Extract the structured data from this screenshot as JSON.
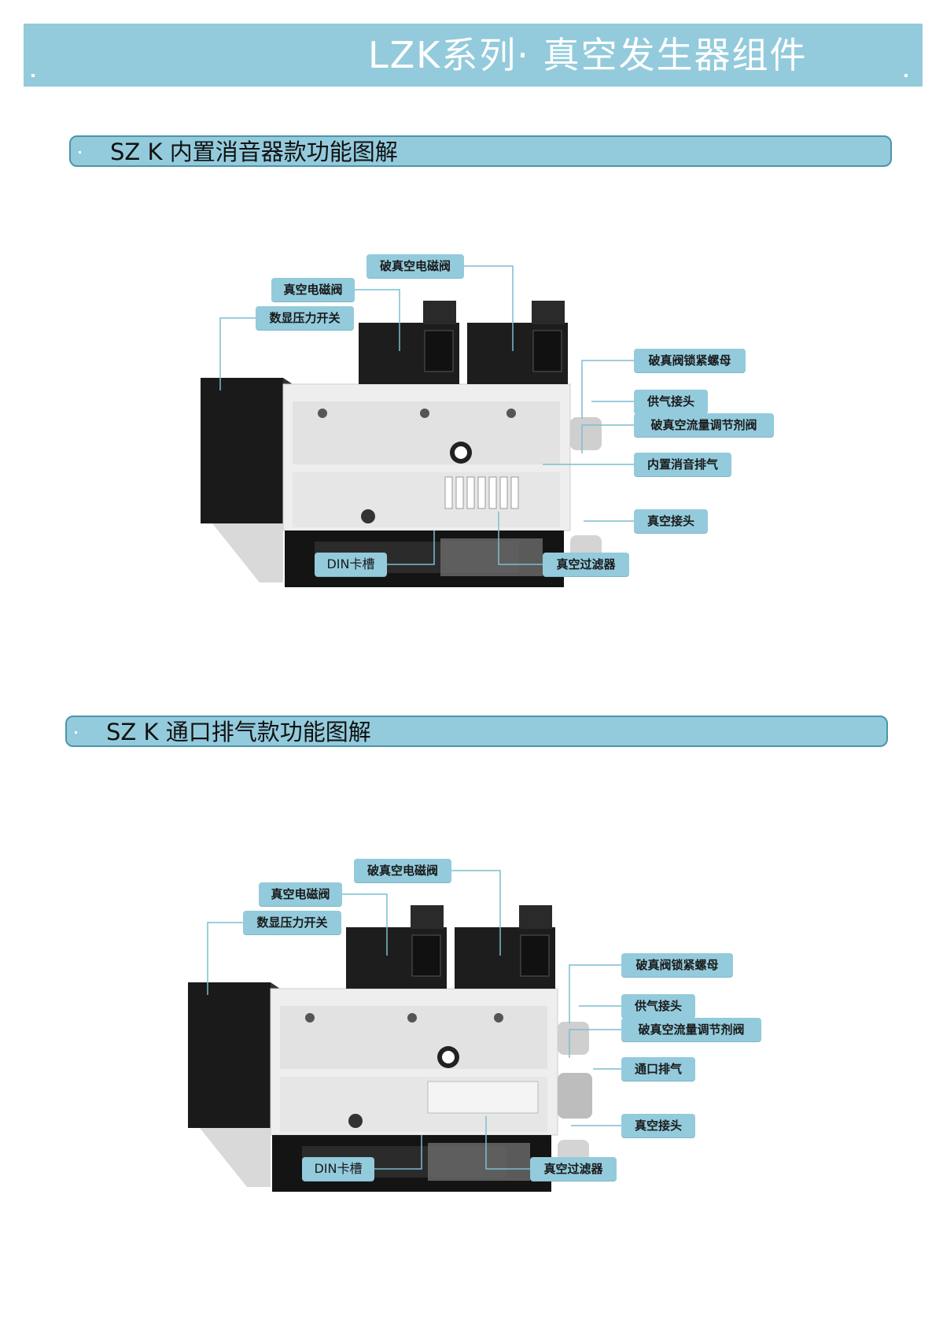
{
  "page": {
    "banner_title": "LZK系列· 真空发生器组件",
    "accent_color": "#93cbdc",
    "border_color": "#4c95ab"
  },
  "sections": [
    {
      "heading": "SZ K 内置消音器款功能图解",
      "callouts": {
        "break_vacuum_valve": "破真空电磁阀",
        "vacuum_valve": "真空电磁阀",
        "pressure_switch": "数显压力开关",
        "lock_nut": "破真阀锁紧螺母",
        "supply_fitting": "供气接头",
        "flow_regulator": "破真空流量调节剂阀",
        "exhaust": "内置消音排气",
        "vacuum_fitting": "真空接头",
        "din_rail": "DIN卡槽",
        "vacuum_filter": "真空过滤器"
      }
    },
    {
      "heading": "SZ K 通口排气款功能图解",
      "callouts": {
        "break_vacuum_valve": "破真空电磁阀",
        "vacuum_valve": "真空电磁阀",
        "pressure_switch": "数显压力开关",
        "lock_nut": "破真阀锁紧螺母",
        "supply_fitting": "供气接头",
        "flow_regulator": "破真空流量调节剂阀",
        "exhaust": "通口排气",
        "vacuum_fitting": "真空接头",
        "din_rail": "DIN卡槽",
        "vacuum_filter": "真空过滤器"
      }
    }
  ]
}
